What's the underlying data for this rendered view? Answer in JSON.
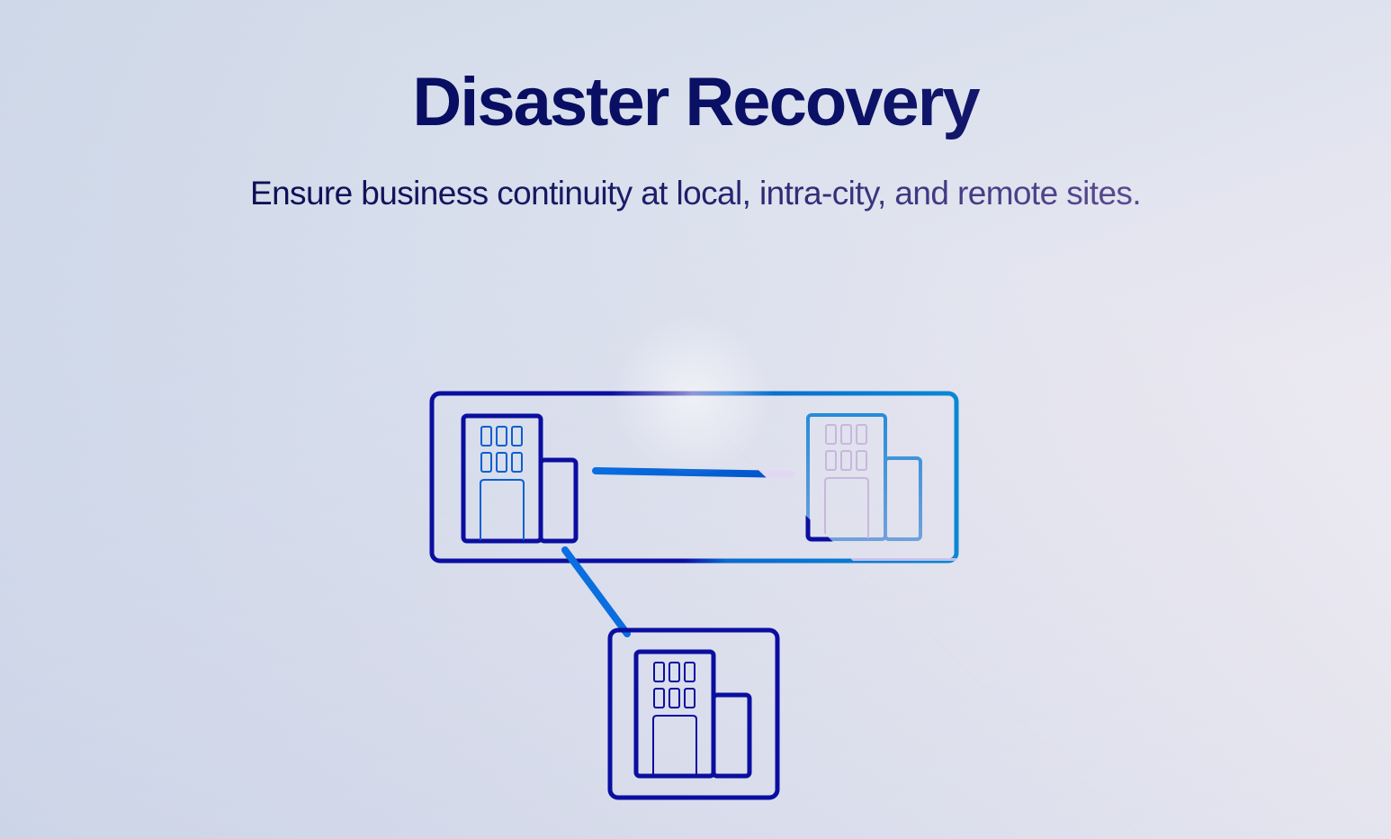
{
  "header": {
    "title": "Disaster Recovery",
    "subtitle": "Ensure business continuity at local, intra-city, and remote sites."
  },
  "diagram": {
    "sites": [
      {
        "id": "local",
        "name": "local-site",
        "icon": "building-icon"
      },
      {
        "id": "intra-city",
        "name": "intra-city-site",
        "icon": "building-icon"
      },
      {
        "id": "remote",
        "name": "remote-site",
        "icon": "building-icon"
      }
    ],
    "connections": [
      {
        "from": "local",
        "to": "intra-city"
      },
      {
        "from": "local",
        "to": "remote"
      }
    ]
  },
  "colors": {
    "title": "#050a5c",
    "outline_dark": "#0a0ea0",
    "connector": "#0a6ee0",
    "outline_light": "#1a8ad8",
    "bg_left": "#c3cfe5",
    "bg_right": "#fbf1f4",
    "wipe_triangle": "#b2c3de"
  }
}
